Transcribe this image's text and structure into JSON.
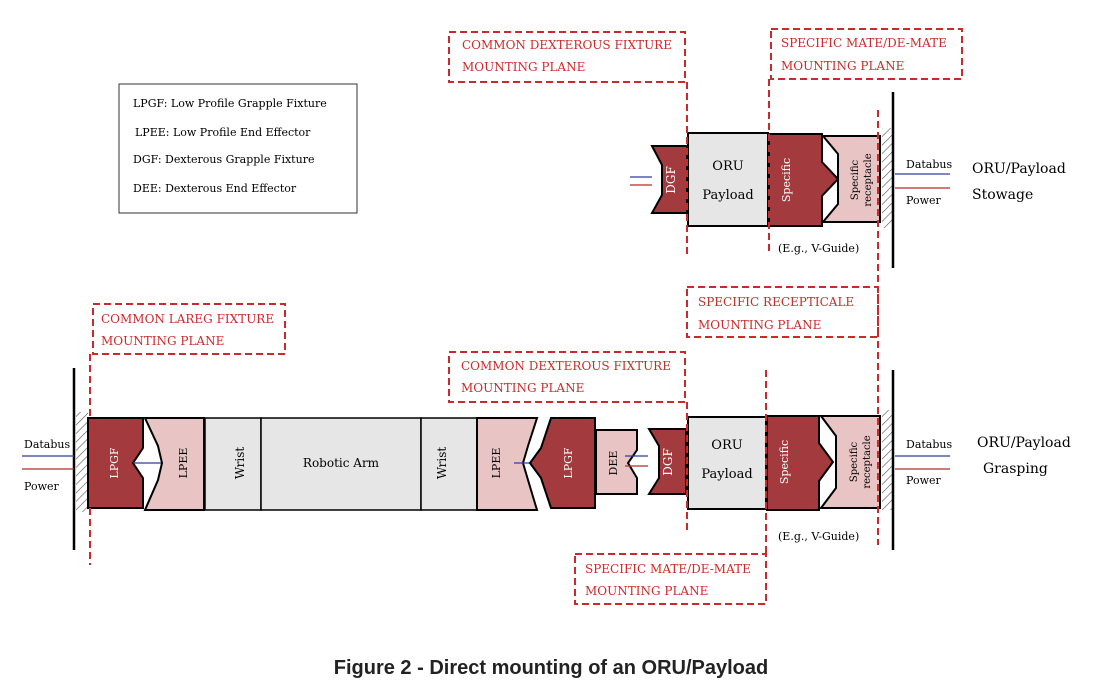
{
  "legend": {
    "items": [
      "LPGF: Low Profile Grapple Fixture",
      "LPEE: Low Profile End Effector",
      "DGF: Dexterous Grapple Fixture",
      "DEE: Dexterous End Effector"
    ]
  },
  "callouts": {
    "common_dexterous_top": [
      "COMMON DEXTEROUS FIXTURE",
      "MOUNTING PLANE"
    ],
    "specific_mate_top": [
      "SPECIFIC MATE/DE-MATE",
      "MOUNTING PLANE"
    ],
    "common_large": [
      "COMMON LAREG FIXTURE",
      "MOUNTING PLANE"
    ],
    "specific_recepticale": [
      "SPECIFIC RECEPTICALE",
      "MOUNTING PLANE"
    ],
    "common_dexterous_bottom": [
      "COMMON DEXTEROUS FIXTURE",
      "MOUNTING PLANE"
    ],
    "specific_mate_bottom": [
      "SPECIFIC MATE/DE-MATE",
      "MOUNTING PLANE"
    ]
  },
  "stowage": {
    "dgf": "DGF",
    "oru": [
      "ORU",
      "Payload"
    ],
    "specific": "Specific",
    "receptacle": [
      "Specific",
      "receptacle"
    ],
    "guide_note": "(E.g., V-Guide)",
    "databus": "Databus",
    "power": "Power",
    "title": [
      "ORU/Payload",
      "Stowage"
    ]
  },
  "grasping": {
    "databus": "Databus",
    "power": "Power",
    "lpgf_1": "LPGF",
    "lpee_1": "LPEE",
    "wrist_1": "Wrist",
    "robotic_arm": "Robotic Arm",
    "wrist_2": "Wrist",
    "lpee_2": "LPEE",
    "lpgf_2": "LPGF",
    "dee": "DEE",
    "dgf": "DGF",
    "oru": [
      "ORU",
      "Payload"
    ],
    "specific": "Specific",
    "receptacle": [
      "Specific",
      "receptacle"
    ],
    "guide_note": "(E.g., V-Guide)",
    "databus_right": "Databus",
    "power_right": "Power",
    "title": [
      "ORU/Payload",
      "Grasping"
    ]
  },
  "caption": "Figure 2 - Direct mounting of an ORU/Payload",
  "colors": {
    "dark_red": "#a33a3e",
    "light_pink": "#e8c4c4",
    "gray": "#e6e6e6",
    "callout_red": "#cc2a2a",
    "databus_blue": "#2f3f9a",
    "power_red": "#b52a2a"
  }
}
